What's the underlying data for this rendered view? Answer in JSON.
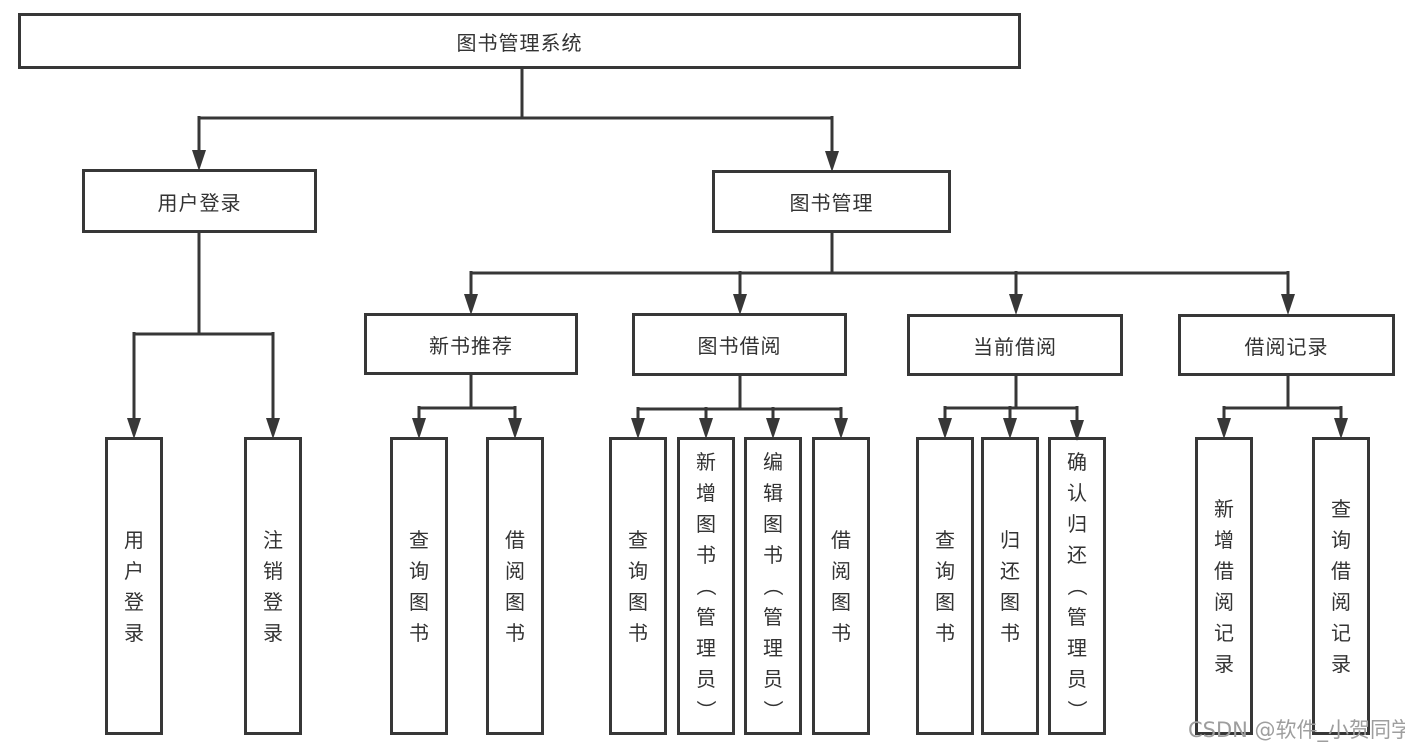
{
  "diagram": {
    "nodes": {
      "root": "图书管理系统",
      "user_login": "用户登录",
      "book_mgmt": "图书管理",
      "new_book_rec": "新书推荐",
      "book_borrow": "图书借阅",
      "current_borrow": "当前借阅",
      "borrow_records": "借阅记录",
      "leaf_user_login": "用户登录",
      "leaf_logout": "注销登录",
      "leaf_nbr_query": "查询图书",
      "leaf_nbr_borrow": "借阅图书",
      "leaf_bb_query": "查询图书",
      "leaf_bb_add": "新增图书（管理员）",
      "leaf_bb_edit": "编辑图书（管理员）",
      "leaf_bb_borrow": "借阅图书",
      "leaf_cb_query": "查询图书",
      "leaf_cb_return": "归还图书",
      "leaf_cb_confirm": "确认归还（管理员）",
      "leaf_br_add": "新增借阅记录",
      "leaf_br_query": "查询借阅记录"
    },
    "hierarchy": {
      "label": "图书管理系统",
      "children": [
        {
          "label": "用户登录",
          "children": [
            {
              "label": "用户登录"
            },
            {
              "label": "注销登录"
            }
          ]
        },
        {
          "label": "图书管理",
          "children": [
            {
              "label": "新书推荐",
              "children": [
                {
                  "label": "查询图书"
                },
                {
                  "label": "借阅图书"
                }
              ]
            },
            {
              "label": "图书借阅",
              "children": [
                {
                  "label": "查询图书"
                },
                {
                  "label": "新增图书（管理员）"
                },
                {
                  "label": "编辑图书（管理员）"
                },
                {
                  "label": "借阅图书"
                }
              ]
            },
            {
              "label": "当前借阅",
              "children": [
                {
                  "label": "查询图书"
                },
                {
                  "label": "归还图书"
                },
                {
                  "label": "确认归还（管理员）"
                }
              ]
            },
            {
              "label": "借阅记录",
              "children": [
                {
                  "label": "新增借阅记录"
                },
                {
                  "label": "查询借阅记录"
                }
              ]
            }
          ]
        }
      ]
    },
    "colors": {
      "line": "#373737",
      "box_border": "#373737",
      "text": "#333333",
      "background": "#ffffff",
      "watermark": "#9e9e9e"
    },
    "watermark": {
      "text": "CSDN @软件_小贺同学"
    }
  }
}
